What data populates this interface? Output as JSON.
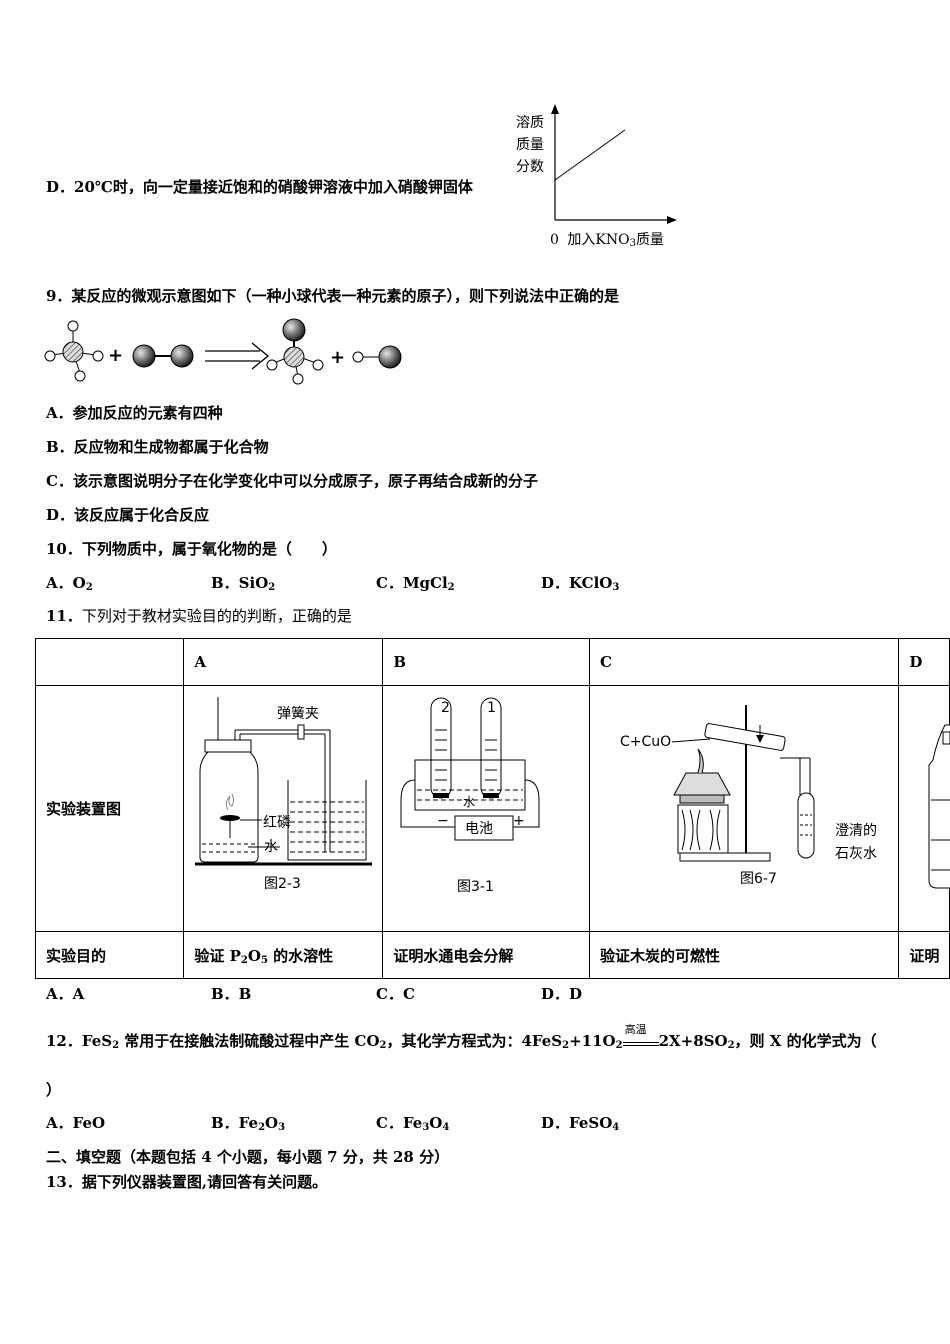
{
  "q8d": {
    "text": "D．20℃时，向一定量接近饱和的硝酸钾溶液中加入硝酸钾固体",
    "graph_ylabel": [
      "溶质",
      "质量",
      "分数"
    ],
    "graph_origin": "0",
    "graph_xlabel_pre": "加入KNO",
    "graph_xlabel_sub": "3",
    "graph_xlabel_post": "质量"
  },
  "q9": {
    "stem": "9．某反应的微观示意图如下（一种小球代表一种元素的原子），则下列说法中正确的是",
    "plus": "+",
    "options": [
      "A．参加反应的元素有四种",
      "B．反应物和生成物都属于化合物",
      "C．该示意图说明分子在化学变化中可以分成原子，原子再结合成新的分子",
      "D．该反应属于化合反应"
    ]
  },
  "q10": {
    "stem": "10．下列物质中，属于氧化物的是（　　）",
    "options": [
      {
        "label": "A．O",
        "sub": "2",
        "post": ""
      },
      {
        "label": "B．SiO",
        "sub": "2",
        "post": ""
      },
      {
        "label": "C．MgCl",
        "sub": "2",
        "post": ""
      },
      {
        "label": "D．KClO",
        "sub": "3",
        "post": ""
      }
    ]
  },
  "q11": {
    "stem_num": "11．",
    "stem": "下列对于教材实验目的的判断，正确的是",
    "headers": [
      "",
      "A",
      "B",
      "C",
      "D"
    ],
    "row_device": "实验装置图",
    "row_goal": "实验目的",
    "goal_a_pre": "验证 P",
    "goal_a_sub1": "2",
    "goal_a_mid": "O",
    "goal_a_sub2": "5",
    "goal_a_post": " 的水溶性",
    "goal_b": "证明水通电会分解",
    "goal_c": "验证木炭的可燃性",
    "goal_d": "证明",
    "fig_a": {
      "clip": "弹簧夹",
      "phos": "红磷",
      "water": "水",
      "caption": "图2-3"
    },
    "fig_b": {
      "t2": "2",
      "t1": "1",
      "water": "水",
      "battery": "电池",
      "minus": "−",
      "plus": "+",
      "caption": "图3-1"
    },
    "fig_c": {
      "reagent": "C+CuO",
      "lime1": "澄清的",
      "lime2": "石灰水",
      "caption": "图6-7"
    },
    "options": [
      "A．A",
      "B．B",
      "C．C",
      "D．D"
    ]
  },
  "q12": {
    "pre": "12．FeS",
    "s1": "2",
    "mid1": " 常用于在接触法制硫酸过程中产生 CO",
    "s2": "2",
    "mid2": "，其化学方程式为：4FeS",
    "s3": "2",
    "mid3": "+11O",
    "s4": "2",
    "cond": "高温",
    "post": "2X+8SO",
    "s5": "2",
    "tail": "，则 X 的化学式为（",
    "close": "）",
    "options": [
      {
        "label": "A．FeO",
        "parts": []
      },
      {
        "label": "B．Fe",
        "parts": [
          [
            "2",
            "O"
          ],
          [
            "3",
            ""
          ]
        ]
      },
      {
        "label": "C．Fe",
        "parts": [
          [
            "3",
            "O"
          ],
          [
            "4",
            ""
          ]
        ]
      },
      {
        "label": "D．FeSO",
        "parts": [
          [
            "4",
            ""
          ]
        ]
      }
    ]
  },
  "section2": "二、填空题（本题包括 4 个小题，每小题 7 分，共 28 分）",
  "q13": "13．据下列仪器装置图,请回答有关问题。"
}
